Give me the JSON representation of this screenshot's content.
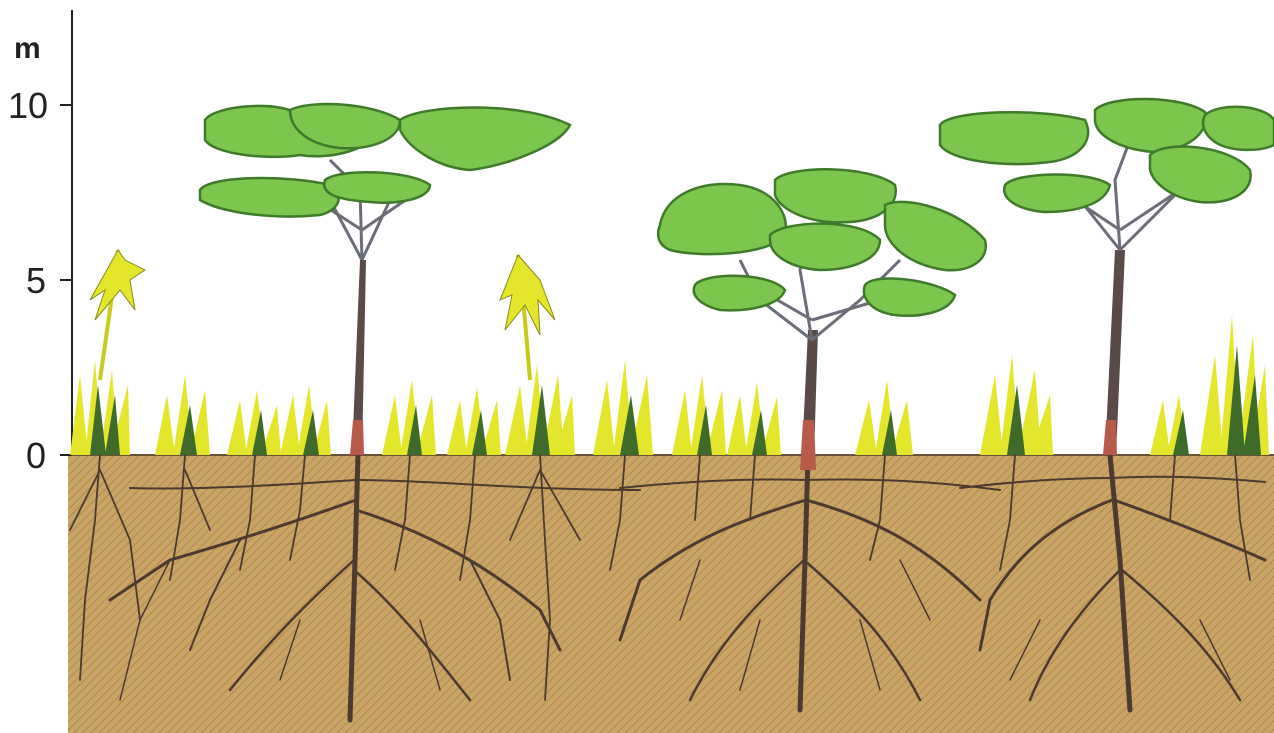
{
  "diagram": {
    "axis": {
      "unit": "m",
      "ticks": [
        {
          "label": "10",
          "value": 10
        },
        {
          "label": "5",
          "value": 5
        },
        {
          "label": "0",
          "value": 0
        }
      ]
    },
    "colors": {
      "soil": "#c9a467",
      "soil_hatch": "#b08a4c",
      "ground_line": "#6a5138",
      "root": "#4a3a30",
      "trunk": "#5a4a48",
      "canopy": "#7cc64e",
      "canopy_edge": "#3e7a2a",
      "grass_bright": "#e3e62a",
      "grass_dark": "#3f6b2a",
      "trunk_base": "#b85a4a"
    }
  }
}
